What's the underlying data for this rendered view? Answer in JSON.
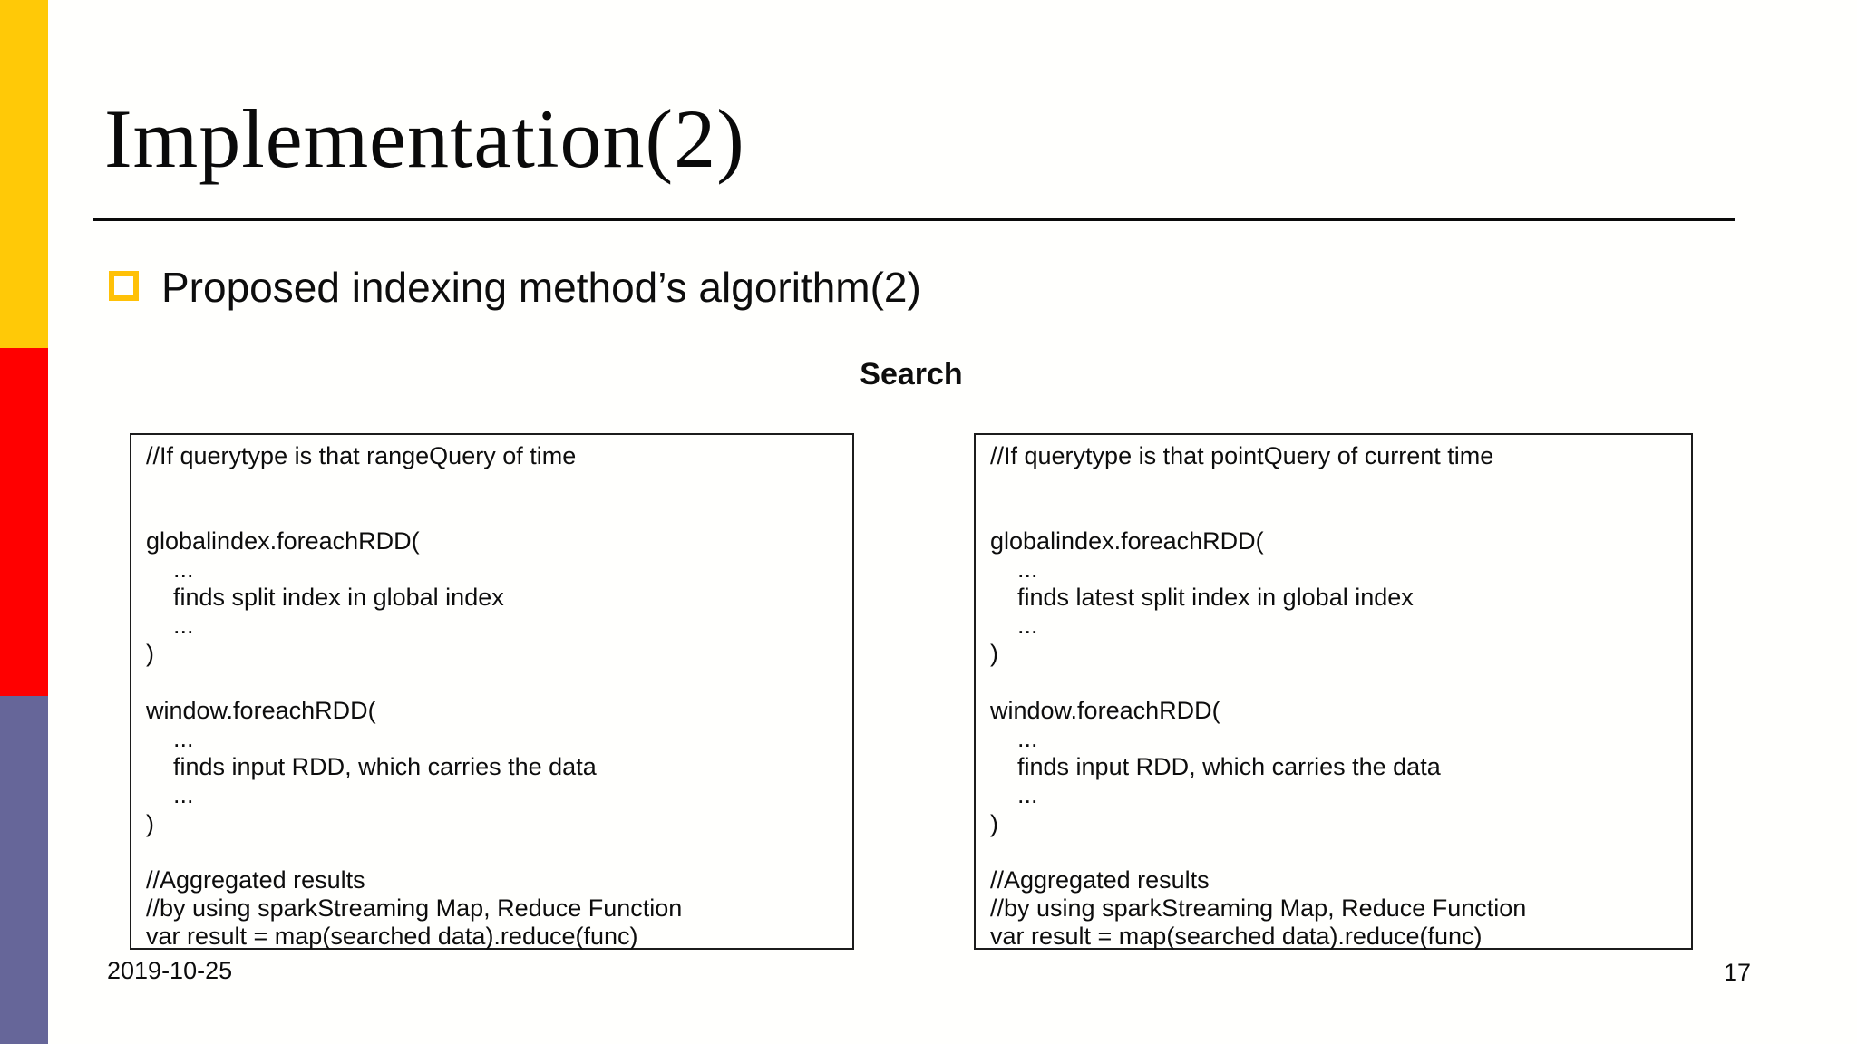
{
  "slide": {
    "title": "Implementation(2)",
    "bullet": {
      "text": "Proposed indexing method’s algorithm(2)"
    },
    "section_heading": "Search",
    "footer": {
      "date": "2019-10-25",
      "page_number": "17"
    }
  },
  "code_boxes": {
    "left": {
      "lines": [
        "//If querytype is that rangeQuery of time",
        "",
        "",
        "globalindex.foreachRDD(",
        "    ...",
        "    finds split index in global index",
        "    ...",
        ")",
        "",
        "window.foreachRDD(",
        "    ...",
        "    finds input RDD, which carries the data",
        "    ...",
        ")",
        "",
        "//Aggregated results",
        "//by using sparkStreaming Map, Reduce Function",
        "var result = map(searched data).reduce(func)"
      ]
    },
    "right": {
      "lines": [
        "//If querytype is that pointQuery of current time",
        "",
        "",
        "globalindex.foreachRDD(",
        "    ...",
        "    finds latest split index in global index",
        "    ...",
        ")",
        "",
        "window.foreachRDD(",
        "    ...",
        "    finds input RDD, which carries the data",
        "    ...",
        ")",
        "",
        "//Aggregated results",
        "//by using sparkStreaming Map, Reduce Function",
        "var result = map(searched data).reduce(func)"
      ]
    }
  },
  "colors": {
    "edge_bar_yellow": "#FFC907",
    "edge_bar_red": "#FF0000",
    "edge_bar_purple": "#666699",
    "bullet_orange": "#FFC107",
    "text": "#0d0d0d",
    "background": "#fffffd"
  }
}
